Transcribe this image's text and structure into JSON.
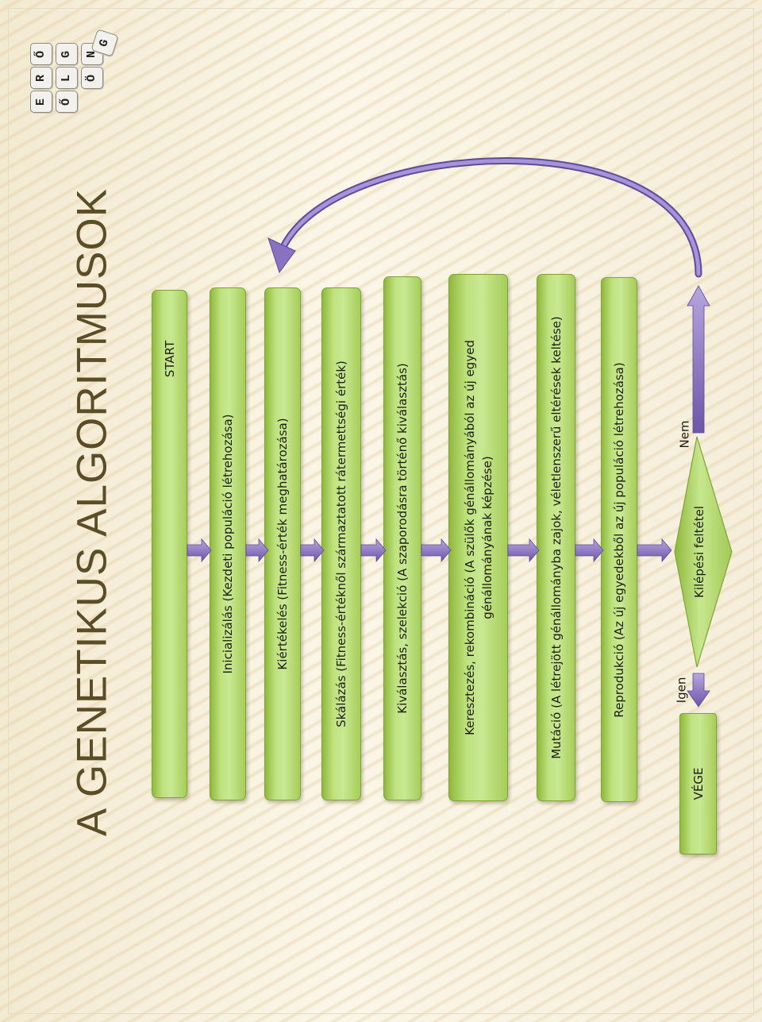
{
  "title": "A GENETIKUS ALGORITMUSOK",
  "logo": {
    "letters": [
      "E",
      "R",
      "Ő",
      "L",
      "Ö",
      "N",
      "G",
      "G",
      "Ő"
    ]
  },
  "steps": [
    {
      "id": "start",
      "label": "START"
    },
    {
      "id": "init",
      "label": "Inicializálás (Kezdeti populáció létrehozása)"
    },
    {
      "id": "eval",
      "label": "Kiértékelés (Fitness-érték meghatározása)"
    },
    {
      "id": "scale",
      "label": "Skálázás (Fitness-értéknől származtatott rátermettségi érték)"
    },
    {
      "id": "select",
      "label": "Kiválasztás, szelekció (A szaporodásra történő kiválasztás)"
    },
    {
      "id": "cross",
      "label": "Keresztezés, rekombináció (A szülők génállományából az új egyed",
      "label2": "génállományának képzése)"
    },
    {
      "id": "mutate",
      "label": "Mutáció (A létrejött génállományba zajok, véletlenszerű eltérések keltése)"
    },
    {
      "id": "repro",
      "label": "Reprodukció (Az új egyedekből az új populáció létrehozása)"
    }
  ],
  "decision": {
    "label": "Kilépési feltétel",
    "yes": "Igen",
    "no": "Nem"
  },
  "end": {
    "label": "VÉGE"
  },
  "colors": {
    "bar": "#b5da6c",
    "arrow": "#8a72c0",
    "title": "#5b4e26"
  }
}
